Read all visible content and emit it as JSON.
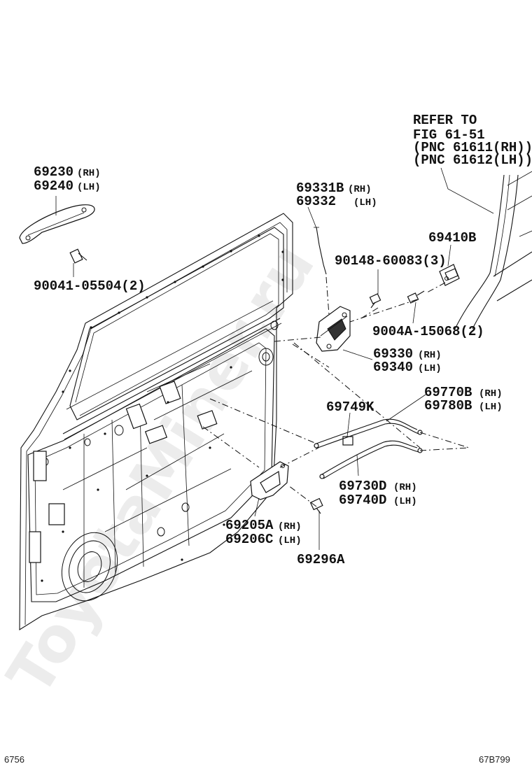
{
  "labels": {
    "refer_line1": "REFER TO",
    "refer_line2": "FIG 61-51",
    "refer_line3": "(PNC 61611(RH))",
    "refer_line4": "(PNC 61612(LH))",
    "p69230": "69230",
    "p69230_side": "(RH)",
    "p69240": "69240",
    "p69240_side": "(LH)",
    "p90041": "90041-05504(2)",
    "p69331B": "69331B",
    "p69331B_side": "(RH)",
    "p69332": "69332",
    "p69332_side": "(LH)",
    "p69410B": "69410B",
    "p90148": "90148-60083(3)",
    "p9004A": "9004A-15068(2)",
    "p69330": "69330",
    "p69330_side": "(RH)",
    "p69340": "69340",
    "p69340_side": "(LH)",
    "p69770B": "69770B",
    "p69770B_side": "(RH)",
    "p69780B": "69780B",
    "p69780B_side": "(LH)",
    "p69749K": "69749K",
    "p69730D": "69730D",
    "p69730D_side": "(RH)",
    "p69740D": "69740D",
    "p69740D_side": "(LH)",
    "p69205A": "69205A",
    "p69205A_side": "(RH)",
    "p69206C": "69206C",
    "p69206C_side": "(LH)",
    "p69296A": "69296A"
  },
  "footer": {
    "left_code": "6756",
    "right_code": "67B799"
  },
  "watermark": "ToyotaMiner.ru"
}
